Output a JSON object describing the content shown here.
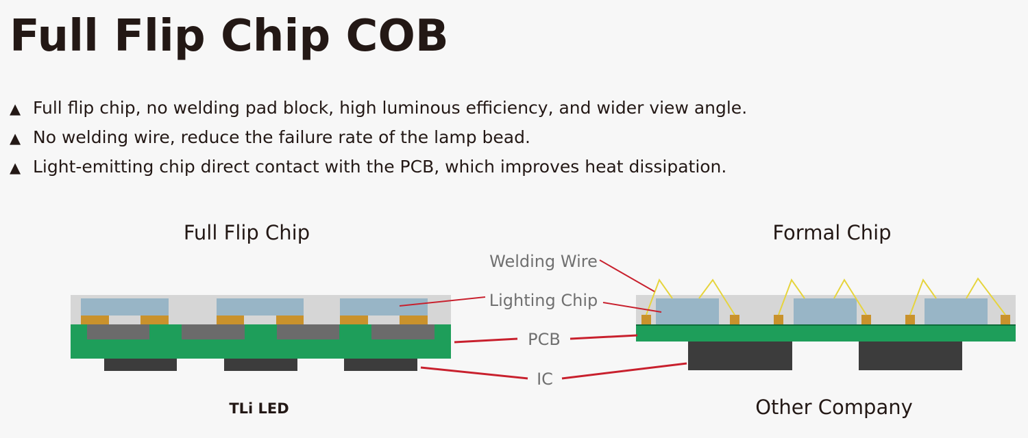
{
  "title": "Full Flip Chip COB",
  "bullets": [
    {
      "icon": "triangle-up-icon",
      "marker": "▲",
      "text": "Full flip chip, no welding pad block, high luminous efficiency, and wider view angle."
    },
    {
      "icon": "triangle-up-icon",
      "marker": "▲",
      "text": "No welding wire, reduce the failure rate of the lamp bead."
    },
    {
      "icon": "triangle-up-icon",
      "marker": "▲",
      "text": "Light-emitting chip direct contact with the PCB, which improves heat dissipation."
    }
  ],
  "left_diagram": {
    "heading": "Full Flip Chip",
    "caption": "TLi LED"
  },
  "right_diagram": {
    "heading": "Formal Chip",
    "caption": "Other Company"
  },
  "callouts": {
    "welding_wire": "Welding Wire",
    "lighting_chip": "Lighting Chip",
    "pcb": "PCB",
    "ic": "IC"
  },
  "colors": {
    "encapsulant": "#d6d6d6",
    "chip": "#98b5c6",
    "pad": "#c9922c",
    "pcb": "#1e9e5a",
    "pcb_inner": "#6b6b6b",
    "ic": "#3c3c3c",
    "leader_line": "#c8202d",
    "wire": "#e6d43c"
  }
}
